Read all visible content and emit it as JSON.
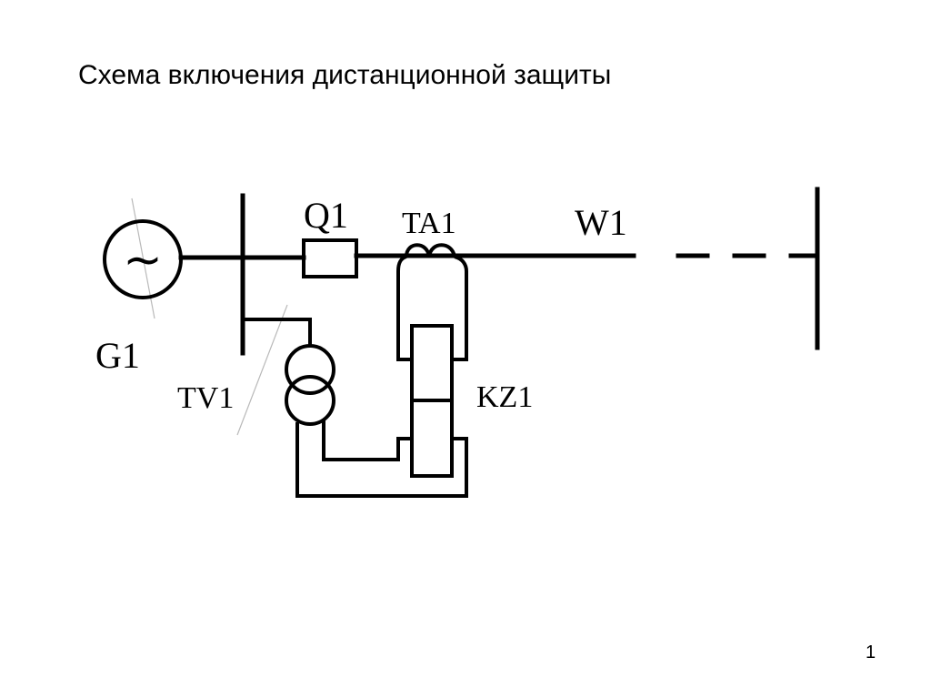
{
  "title": "Схема включения дистанционной защиты",
  "page_number": "1",
  "labels": {
    "generator": "G1",
    "breaker": "Q1",
    "current_transformer": "TA1",
    "line": "W1",
    "voltage_transformer": "TV1",
    "relay": "KZ1",
    "generator_symbol": "~"
  },
  "colors": {
    "lines": "#000000",
    "hatch": "#b9b9b9",
    "background": "#ffffff"
  }
}
